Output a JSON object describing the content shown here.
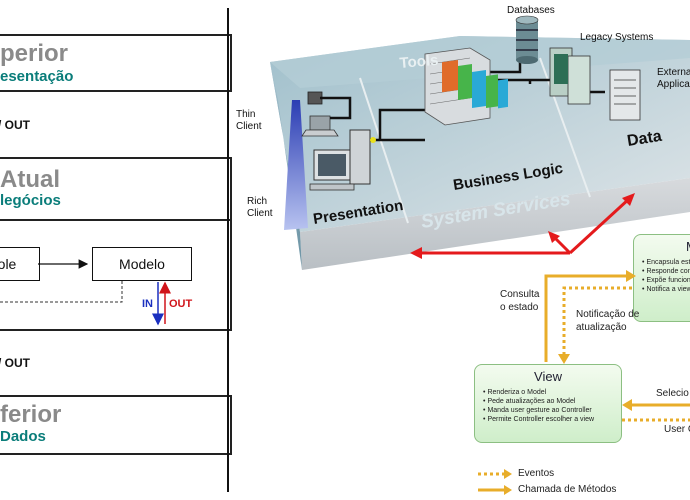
{
  "left_panel": {
    "top_box": {
      "title": "perior",
      "subtitle": "esentação"
    },
    "inout_top": "/ OUT",
    "middle_box": {
      "title": "Atual",
      "subtitle": "legócios",
      "node_left": "ole",
      "node_right": "Modelo",
      "in_label": "IN",
      "out_label": "OUT"
    },
    "inout_bottom": "/ OUT",
    "bottom_box": {
      "title": "ferior",
      "subtitle": "Dados"
    }
  },
  "architecture": {
    "databases": "Databases",
    "legacy_systems": "Legacy Systems",
    "external_line1": "Externa",
    "external_line2": "Applica",
    "tools": "Tools",
    "thin_client_1": "Thin",
    "thin_client_2": "Client",
    "rich_client_1": "Rich",
    "rich_client_2": "Client",
    "business_logic": "Business Logic",
    "presentation": "Presentation",
    "data": "Data",
    "system_services": "System Services"
  },
  "mvc": {
    "model": {
      "title": "M",
      "bullets": [
        "Encapsula esta",
        "Responde cons",
        "Expõe funciona",
        "Notifica a view"
      ]
    },
    "view": {
      "title": "View",
      "bullets": [
        "Renderiza o Model",
        "Pede atualizações ao Model",
        "Manda user gesture ao Controller",
        "Permite Controller escolher a view"
      ]
    },
    "consulta_1": "Consulta",
    "consulta_2": "o estado",
    "notificacao_1": "Notificação de",
    "notificacao_2": "atualização",
    "selecio": "Selecio",
    "user_c": "User C",
    "legend_events": "Eventos",
    "legend_methods": "Chamada de Métodos"
  },
  "colors": {
    "divider": "#111111",
    "teal": "#0a7d7a",
    "red_arrow": "#e41a1c",
    "orange_arrow": "#e8ad2a",
    "platform_top": "#8fb2c0",
    "platform_front": "#c9ced3"
  }
}
